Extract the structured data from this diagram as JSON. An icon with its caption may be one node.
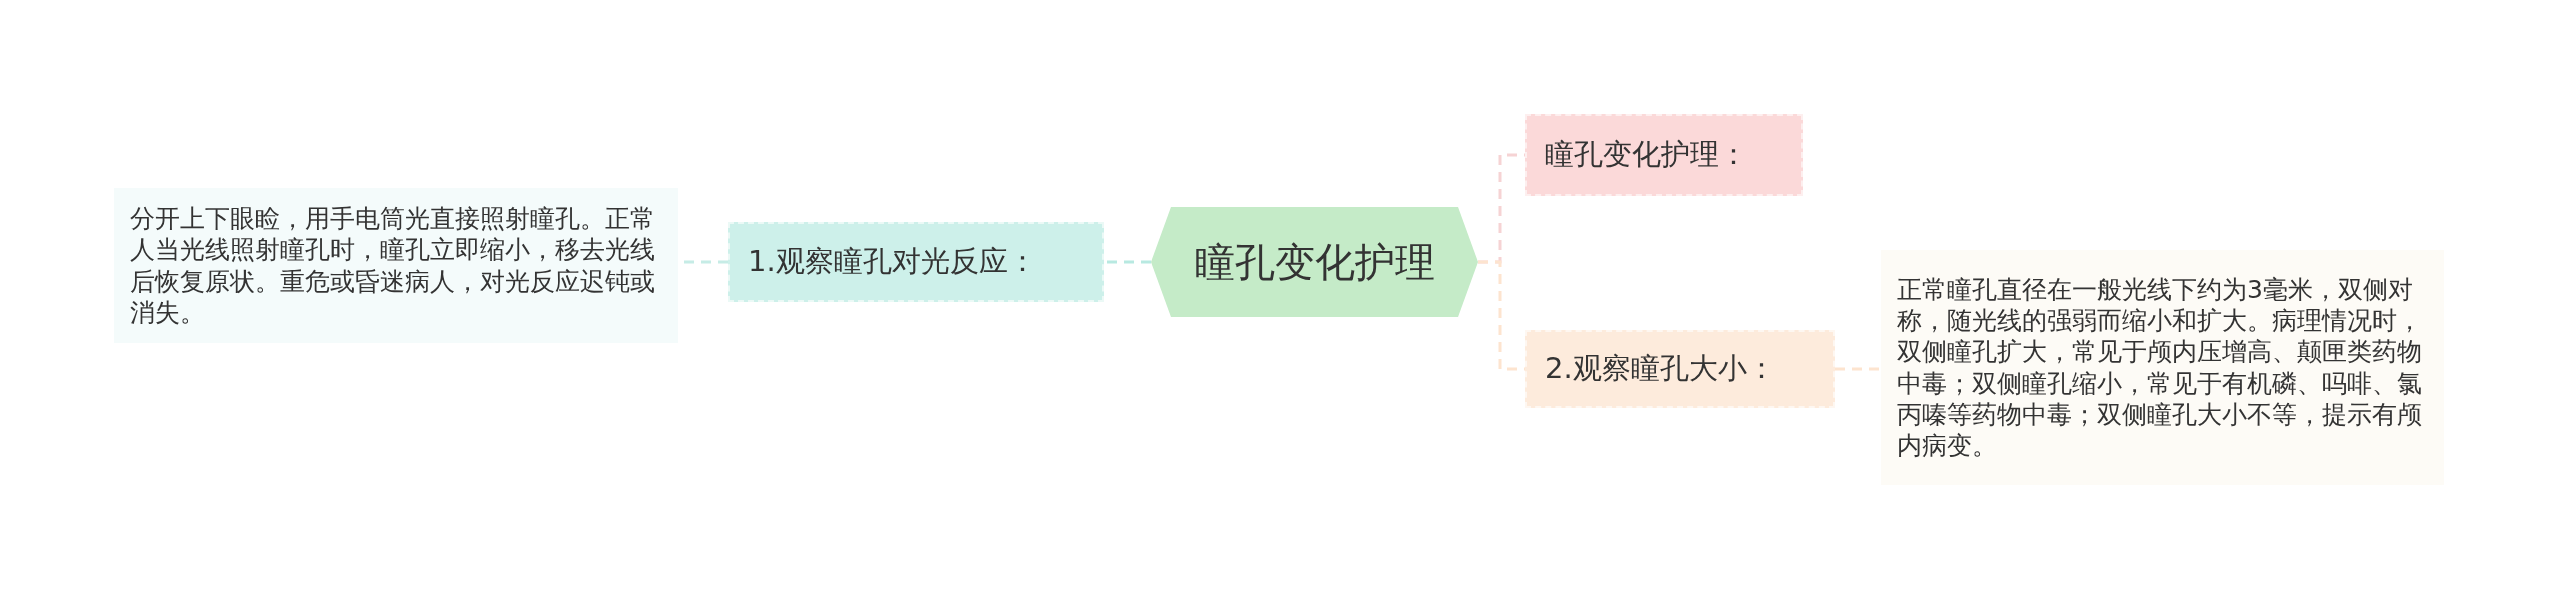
{
  "diagram": {
    "nodes": [
      {
        "text": [
          "瞳孔变化护理"
        ]
      },
      {
        "text": [
          "瞳孔变化护理："
        ]
      },
      {
        "text": [
          "2.观察瞳孔大小："
        ]
      },
      {
        "text": [
          "正常瞳孔直径在一般光线下约为3毫米，双侧对称，随光线的强弱而缩小和扩大。病理情况时，双侧瞳孔扩大，常见于颅内压增高、颠匣类药物中毒；双侧瞳孔缩小，常见于有机磷、吗啡、氯丙嗪等药物中毒；双侧瞳孔大小不等，提示有颅内病变。"
        ]
      },
      {
        "text": [
          "1.观察瞳孔对光反应："
        ]
      },
      {
        "text": [
          "分开上下眼睑，用手电筒光直接照射瞳孔。正常人当光线照射瞳孔时，瞳孔立即缩小，移去光线后恢复原状。重危或昏迷病人，对光反应迟钝或消失。"
        ]
      }
    ],
    "edges": [
      {
        "from": 0,
        "to": 1,
        "arrow": "none",
        "color": "#f6d3d4"
      },
      {
        "from": 0,
        "to": 2,
        "arrow": "none",
        "color": "#fde4cf"
      },
      {
        "from": 2,
        "to": 3,
        "arrow": "none",
        "color": "#fde4cf"
      },
      {
        "from": 0,
        "to": 4,
        "arrow": "none",
        "color": "#b8e9e1"
      },
      {
        "from": 4,
        "to": 5,
        "arrow": "none",
        "color": "#c6ece6"
      }
    ]
  }
}
